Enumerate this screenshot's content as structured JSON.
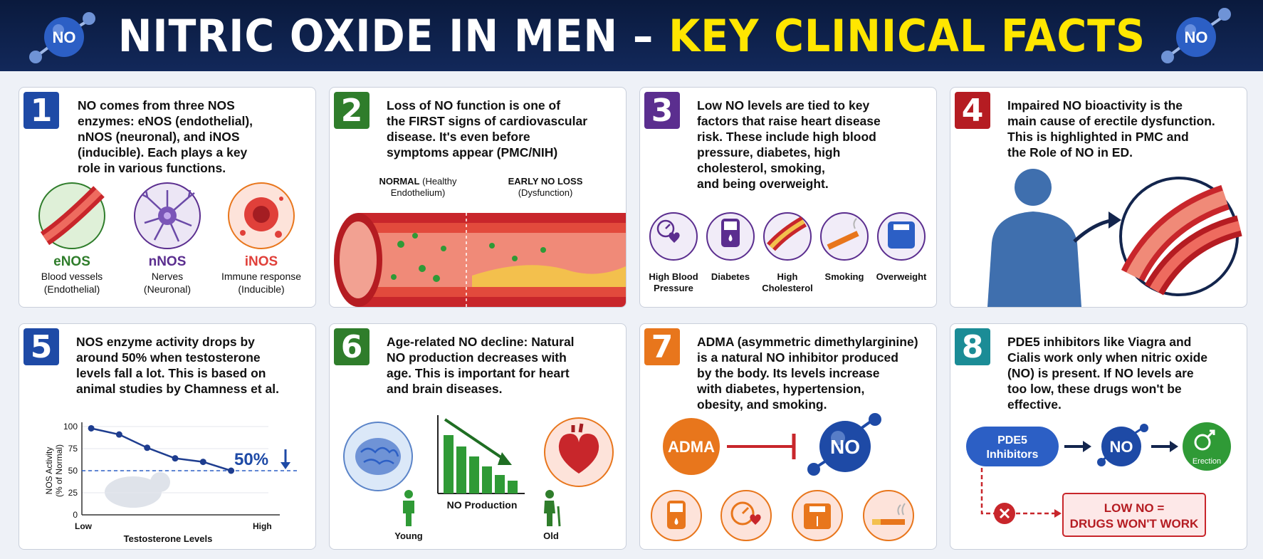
{
  "header": {
    "title_white": "NITRIC OXIDE IN MEN – ",
    "title_yellow": "KEY CLINICAL FACTS",
    "mol_label": "NO"
  },
  "colors": {
    "p1": "#1e4aa6",
    "p2": "#2f7d2b",
    "p3": "#5b2e8f",
    "p4": "#b51c22",
    "p5": "#1e4aa6",
    "p6": "#2f7d2b",
    "p7": "#e8761c",
    "p8": "#1b8c96"
  },
  "panels": [
    {
      "num": "1",
      "text": "NO comes from three NOS\nenzymes: eNOS (endothelial),\nnNOS (neuronal), and iNOS\n(inducible). Each plays a key\nrole in various functions.",
      "items": [
        {
          "name": "eNOS",
          "desc1": "Blood vessels",
          "desc2": "(Endothelial)"
        },
        {
          "name": "nNOS",
          "desc1": "Nerves",
          "desc2": "(Neuronal)"
        },
        {
          "name": "iNOS",
          "desc1": "Immune response",
          "desc2": "(Inducible)"
        }
      ]
    },
    {
      "num": "2",
      "text": "Loss of NO function is one of\nthe FIRST signs of cardiovascular\ndisease. It's even before\nsymptoms appear (PMC/NIH)",
      "normal_b": "NORMAL",
      "normal_r": " (Healthy",
      "normal_2": "Endothelium)",
      "early_b": "EARLY NO LOSS",
      "early_2": "(Dysfunction)"
    },
    {
      "num": "3",
      "text": "Low NO levels are tied to key\nfactors that raise heart disease\nrisk. These include high blood\npressure, diabetes, high\ncholesterol, smoking,\nand being overweight.",
      "icons": [
        {
          "l1": "High Blood",
          "l2": "Pressure"
        },
        {
          "l1": "Diabetes",
          "l2": ""
        },
        {
          "l1": "High",
          "l2": "Cholesterol"
        },
        {
          "l1": "Smoking",
          "l2": ""
        },
        {
          "l1": "Overweight",
          "l2": ""
        }
      ]
    },
    {
      "num": "4",
      "text": "Impaired NO bioactivity is the\nmain cause of erectile dysfunction.\nThis is highlighted in PMC and\nthe Role of NO in ED."
    },
    {
      "num": "5",
      "text": "NOS enzyme activity drops by\naround 50% when testosterone\nlevels fall a lot. This is based on\nanimal studies by Chamness et al."
    },
    {
      "num": "6",
      "text": "Age-related NO decline: Natural\nNO production decreases with\nage. This is important for heart\nand brain diseases.",
      "no_prod": "NO Production",
      "young": "Young",
      "old": "Old"
    },
    {
      "num": "7",
      "text": "ADMA (asymmetric dimethylarginine)\nis a natural NO inhibitor produced\nby the body. Its levels increase\nwith diabetes, hypertension,\nobesity, and smoking.",
      "adma": "ADMA",
      "no": "NO"
    },
    {
      "num": "8",
      "text": "PDE5 inhibitors like Viagra and\nCialis work only when nitric oxide\n(NO) is present. If NO levels are\ntoo low, these drugs won't be\neffective.",
      "pde1": "PDE5",
      "pde2": "Inhibitors",
      "no": "NO",
      "erection": "Erection",
      "low1": "LOW NO =",
      "low2": "DRUGS WON'T WORK"
    }
  ],
  "chart_data": {
    "type": "line",
    "x": [
      0.05,
      0.2,
      0.35,
      0.5,
      0.65,
      0.8
    ],
    "values": [
      98,
      91,
      76,
      64,
      60,
      50
    ],
    "xlabel": "Testosterone Levels",
    "ylabel": "NOS Activity\n(% of Normal)",
    "xticks": [
      "Low",
      "High"
    ],
    "yticks": [
      0,
      25,
      50,
      75,
      100
    ],
    "ylim": [
      0,
      100
    ],
    "annotation": "50%",
    "reference_line": 50
  }
}
